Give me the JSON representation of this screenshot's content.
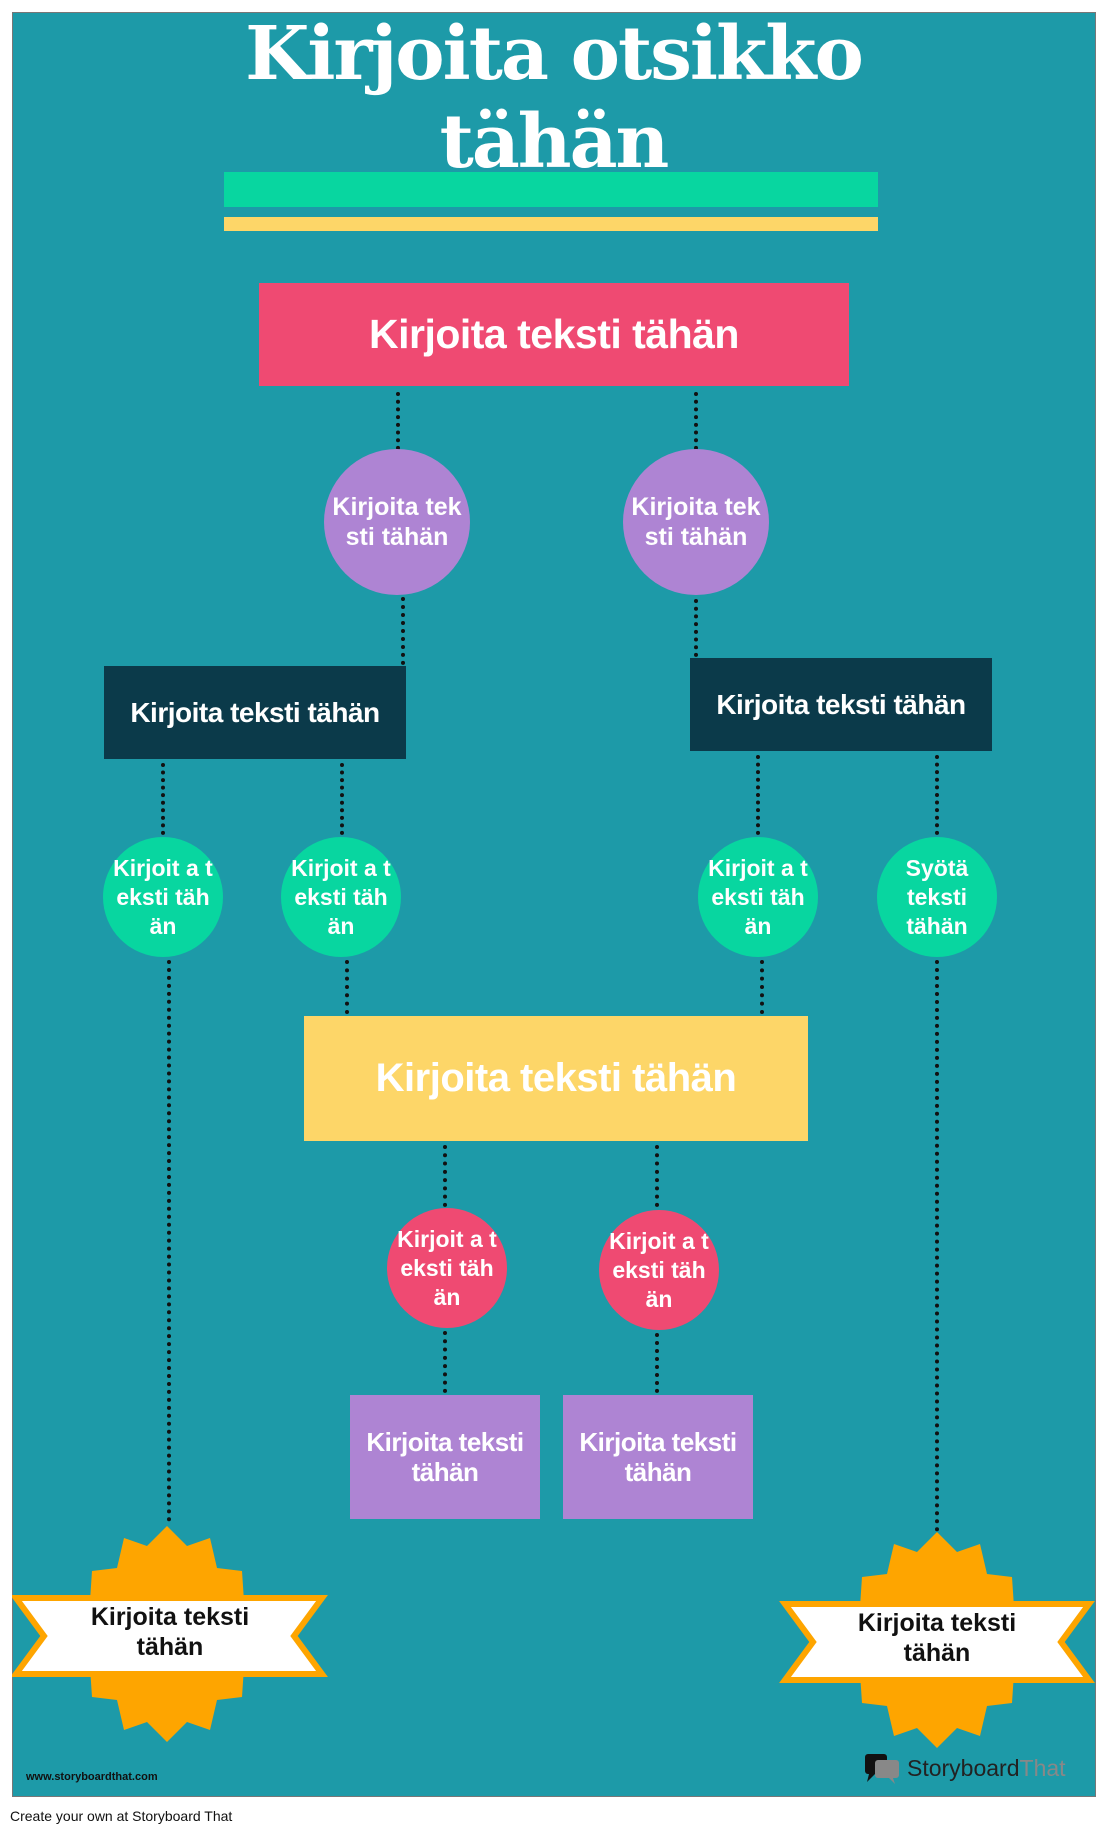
{
  "title": {
    "line1": "Kirjoita otsikko",
    "line2": "tähän"
  },
  "top_box": "Kirjoita teksti tähän",
  "level1_circles": [
    "Kirjoita teksti tähän",
    "Kirjoita teksti tähän"
  ],
  "level2_boxes": [
    "Kirjoita teksti tähän",
    "Kirjoita teksti tähän"
  ],
  "level3_circles": [
    "Kirjoit a teksti tähän",
    "Kirjoit a teksti tähän",
    "Kirjoit a teksti tähän",
    "Syötä teksti tähän"
  ],
  "center_box": "Kirjoita teksti tähän",
  "level4_circles": [
    "Kirjoit a teksti tähän",
    "Kirjoit a teksti tähän"
  ],
  "bottom_boxes": [
    "Kirjoita teksti tähän",
    "Kirjoita teksti tähän"
  ],
  "badges": [
    "Kirjoita teksti tähän",
    "Kirjoita teksti tähän"
  ],
  "watermark_url": "www.storyboardthat.com",
  "logo": {
    "part1": "Storyboard",
    "part2": "That"
  },
  "footer": "Create your own at Storyboard That",
  "colors": {
    "background": "#1d9aa8",
    "green": "#08d6a0",
    "yellow": "#fdd668",
    "pink": "#ef4a72",
    "purple": "#ae84d3",
    "dark": "#0b3a4a",
    "orange": "#fea500"
  }
}
